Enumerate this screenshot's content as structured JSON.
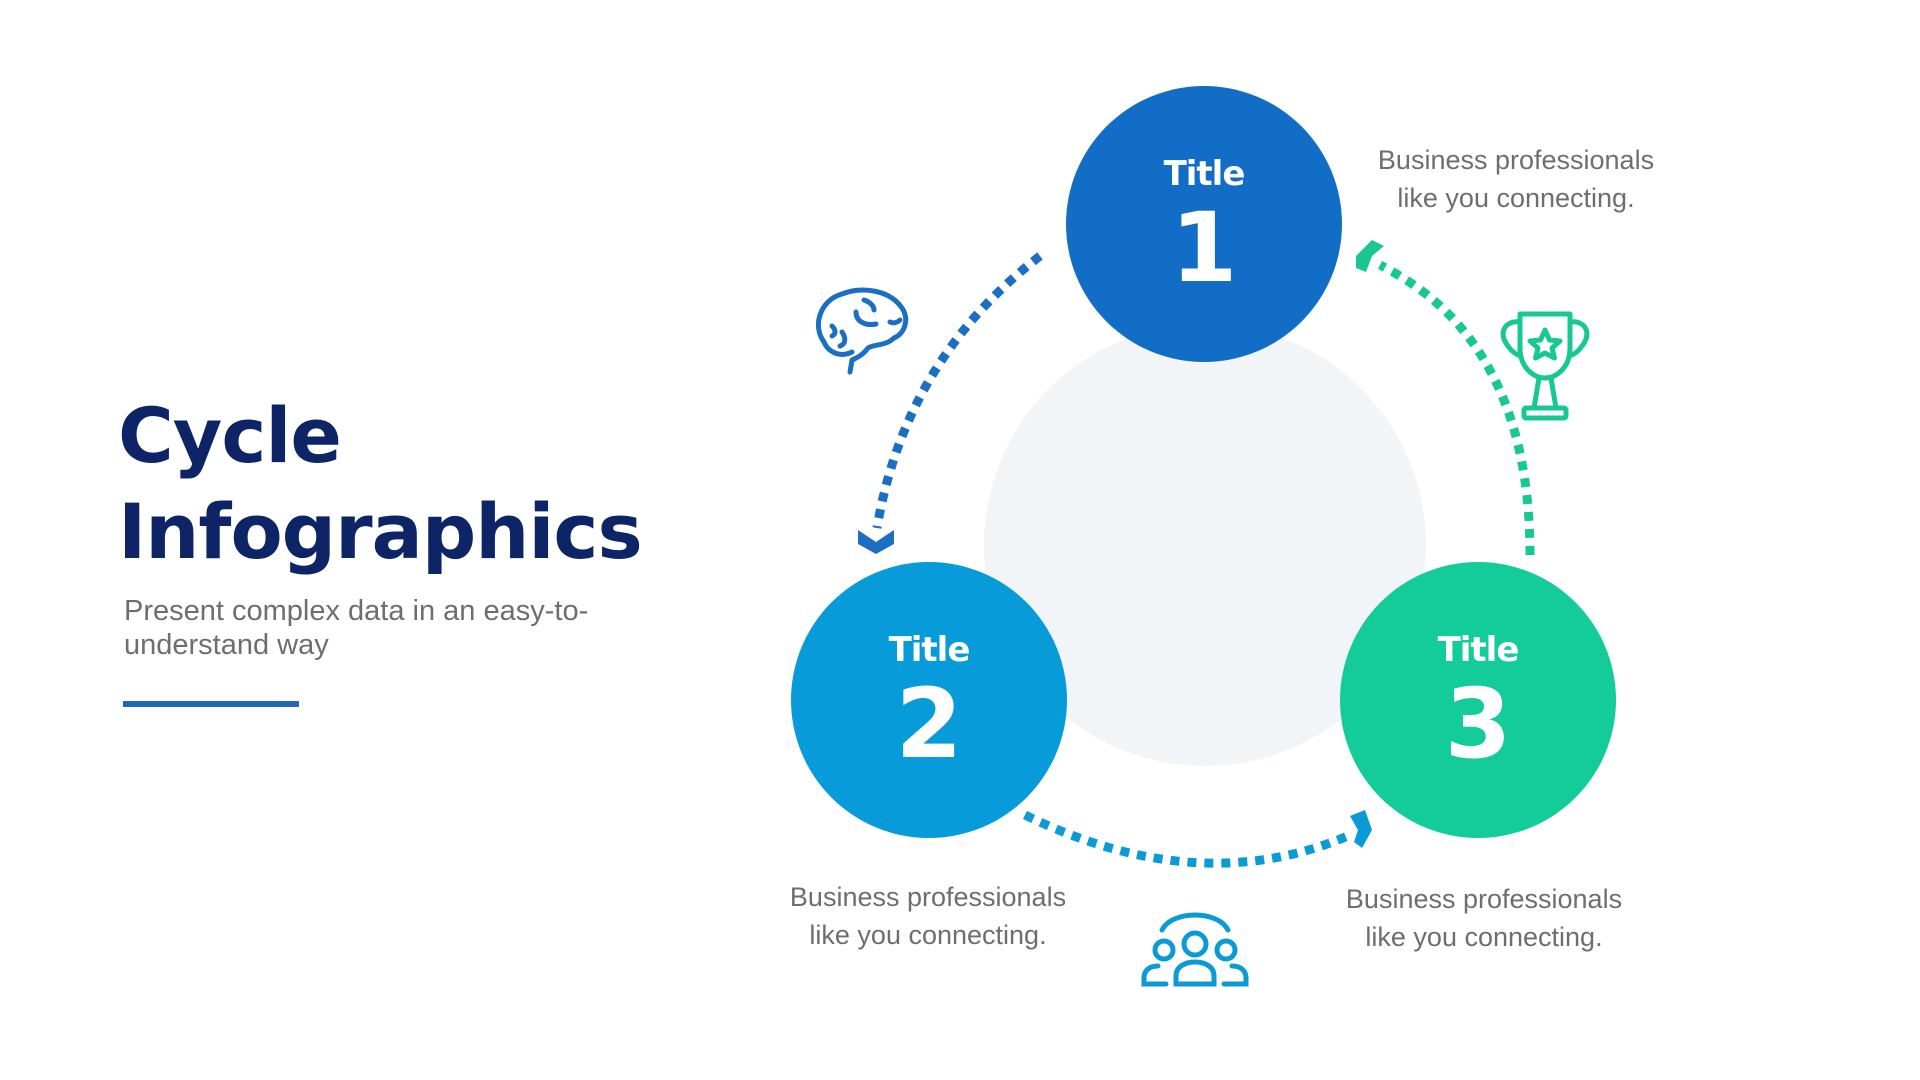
{
  "slide": {
    "title": "Cycle Infographics",
    "title_line1": "Cycle",
    "title_line2": "Infographics",
    "subtitle": "Present complex data in an easy-to-understand way",
    "accent_rule_color": "#1f6bb0"
  },
  "cycle": {
    "steps": [
      {
        "title": "Title",
        "number": "1",
        "color": "#126dc6",
        "description_line1": "Business professionals",
        "description_line2": "like you connecting.",
        "icon": "trophy-icon"
      },
      {
        "title": "Title",
        "number": "2",
        "color": "#079bd9",
        "description_line1": "Business professionals",
        "description_line2": "like you connecting.",
        "icon": "brain-icon"
      },
      {
        "title": "Title",
        "number": "3",
        "color": "#14cc99",
        "description_line1": "Business professionals",
        "description_line2": "like you connecting.",
        "icon": "team-icon"
      }
    ],
    "connectors": [
      {
        "from": "1",
        "to": "2",
        "color": "#1a6ec4",
        "icon": "brain-icon"
      },
      {
        "from": "2",
        "to": "3",
        "color": "#0a9ad6",
        "icon": "team-icon"
      },
      {
        "from": "3",
        "to": "1",
        "color": "#18c893",
        "icon": "trophy-icon"
      }
    ],
    "center_fill": "#f1f5f8"
  }
}
